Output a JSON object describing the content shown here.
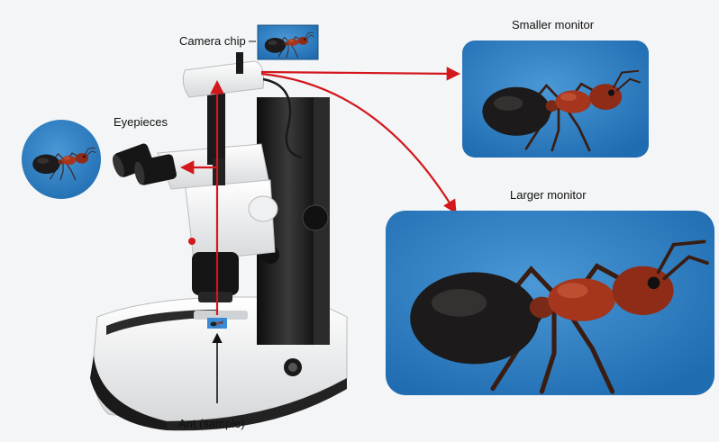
{
  "labels": {
    "camera_chip": "Camera chip",
    "eyepieces": "Eyepieces",
    "smaller_monitor": "Smaller monitor",
    "larger_monitor": "Larger monitor",
    "sample": "Ant (sample)"
  },
  "colors": {
    "background": "#f4f5f6",
    "monitor_blue": "#2f7fc3",
    "light_path_red": "#d2171d",
    "ant_body": "#1c1a1a",
    "ant_thorax": "#a5351c",
    "microscope_white": "#ecedee",
    "microscope_black": "#161616"
  },
  "icons": [
    "ant-icon",
    "microscope-icon",
    "arrow-icon"
  ]
}
